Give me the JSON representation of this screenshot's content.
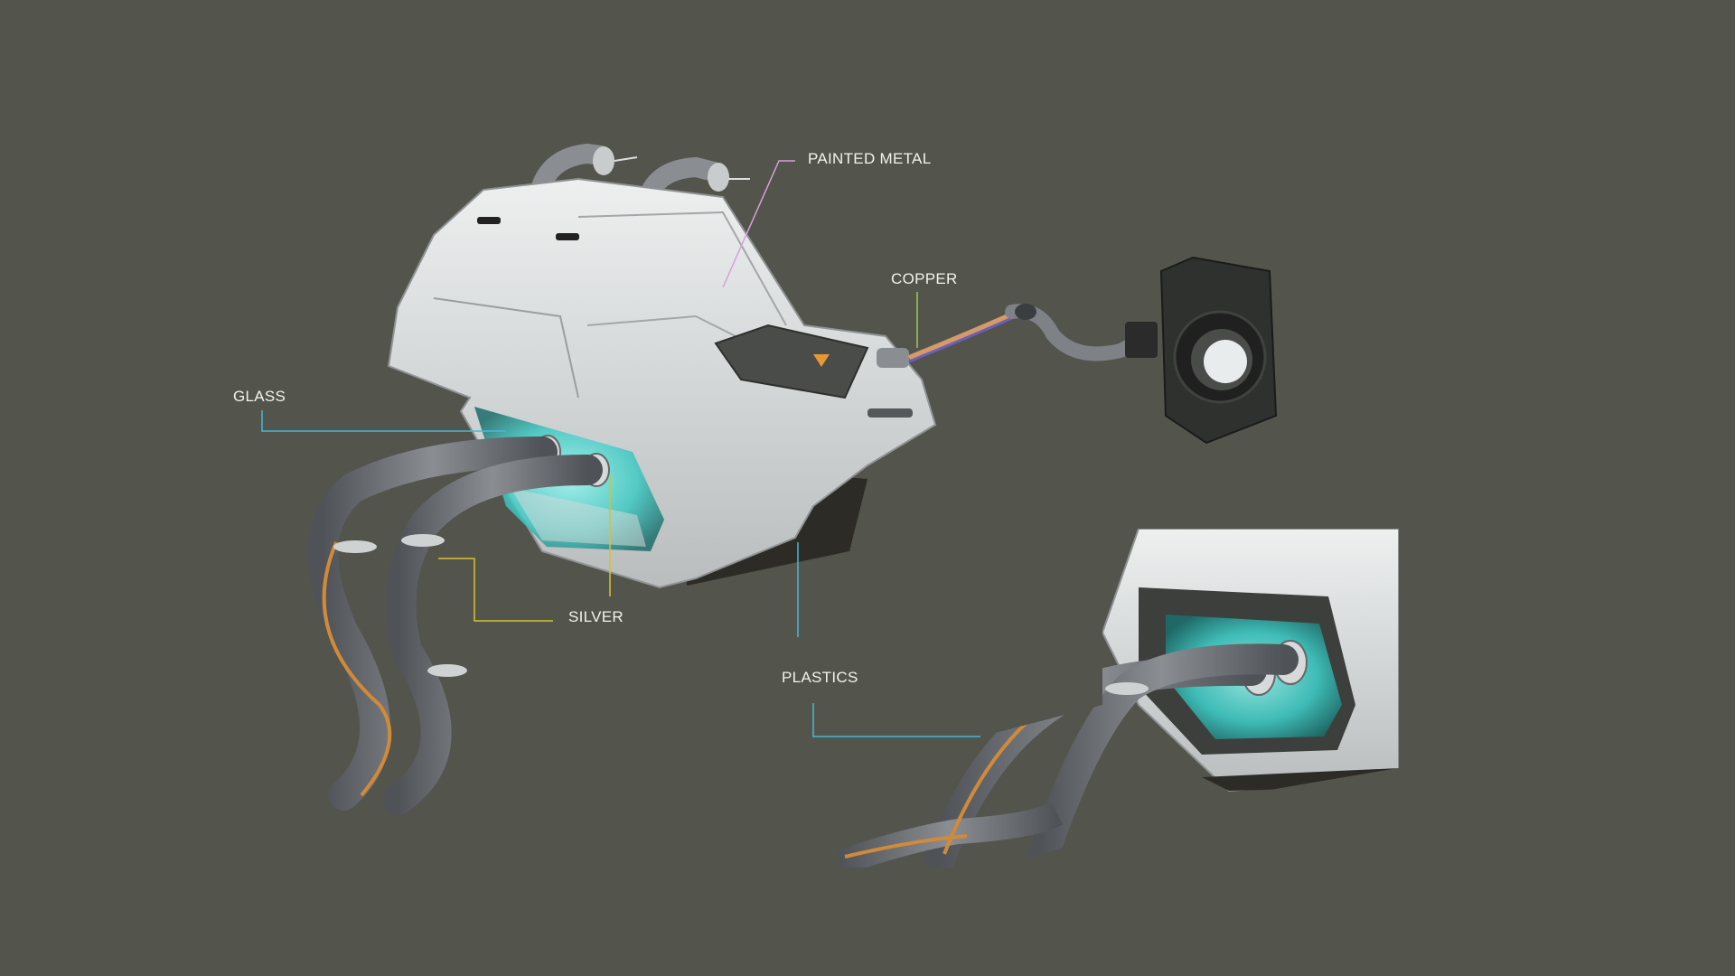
{
  "labels": {
    "painted_metal": "PAINTED METAL",
    "copper": "COPPER",
    "glass": "GLASS",
    "silver": "SILVER",
    "plastics": "PLASTICS"
  },
  "colors": {
    "background": "#53544c",
    "leader_painted_metal": "#d6a0d8",
    "leader_copper": "#9ccf4a",
    "leader_glass": "#49b8d8",
    "leader_silver": "#d8c030",
    "leader_plastics": "#49b8d8",
    "painted_body": "#d9dcdc",
    "glass_glow": "#3fc9c4",
    "hose": "#6f7377",
    "copper_stripe": "#d08a3a"
  }
}
